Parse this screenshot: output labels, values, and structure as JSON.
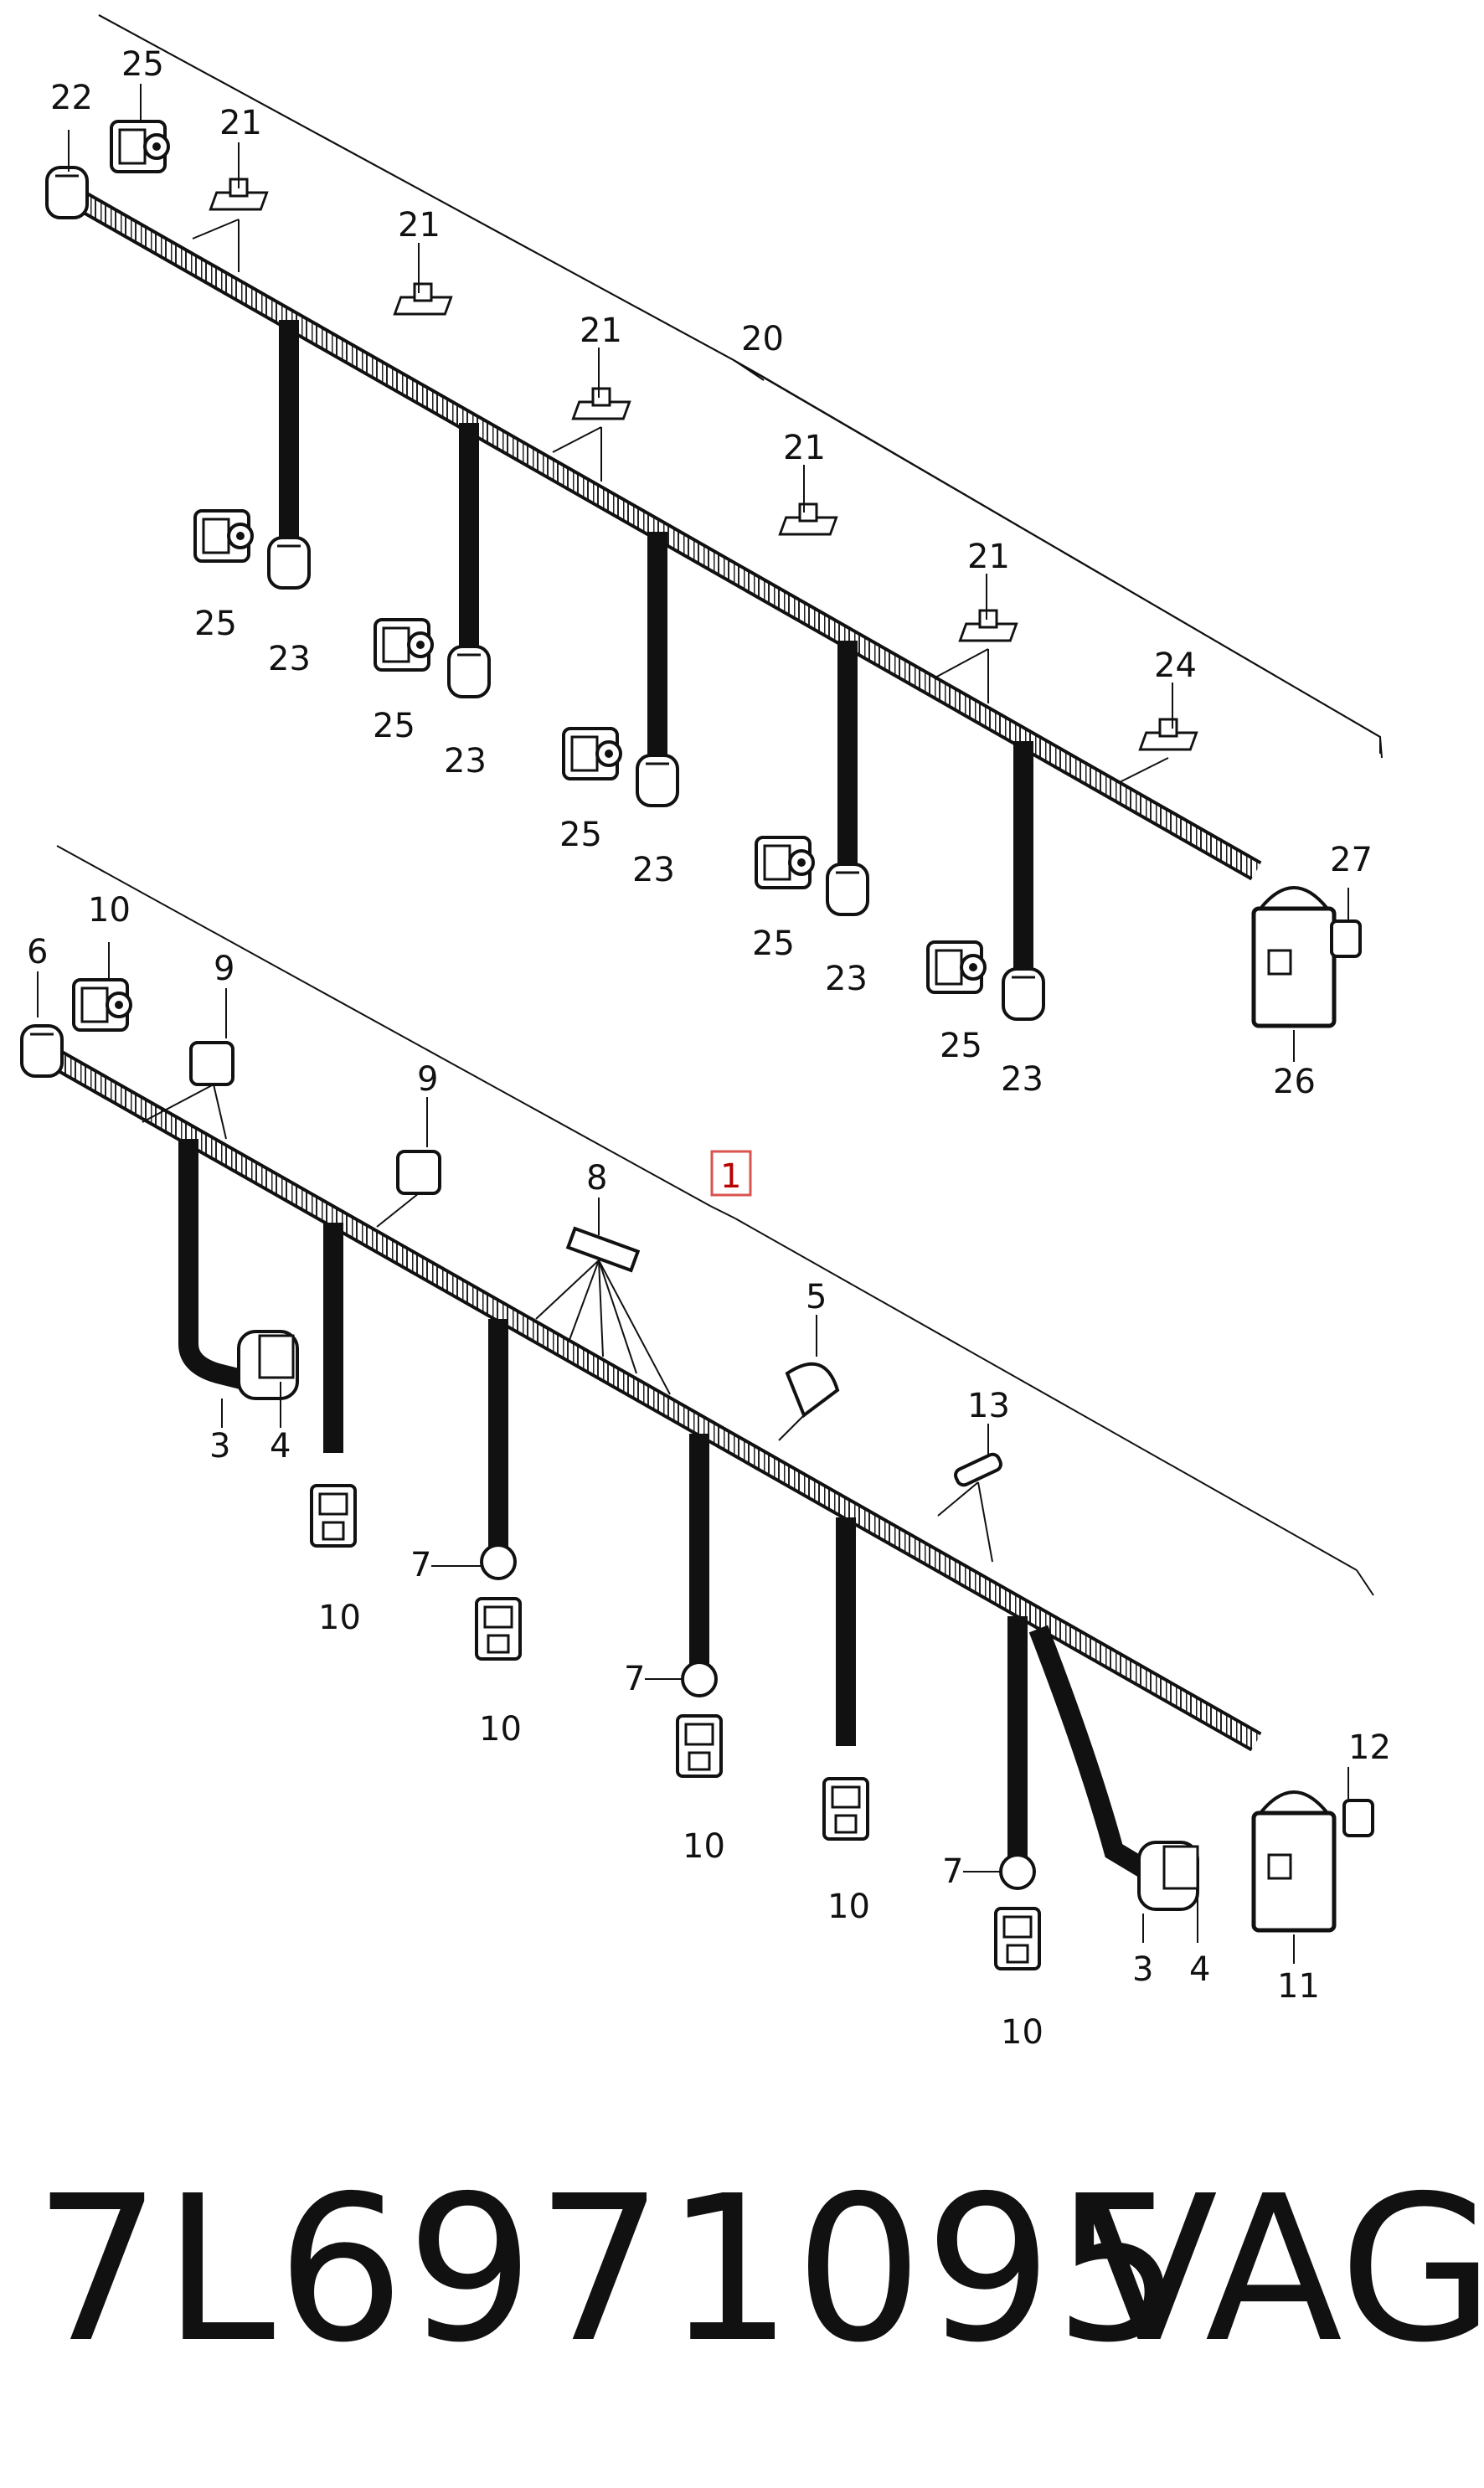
{
  "diagram": {
    "callouts": {
      "c1": "1",
      "c3": "3",
      "c4": "4",
      "c5": "5",
      "c6": "6",
      "c7": "7",
      "c8": "8",
      "c9": "9",
      "c10": "10",
      "c11": "11",
      "c12": "12",
      "c13": "13",
      "c20": "20",
      "c21": "21",
      "c22": "22",
      "c23": "23",
      "c24": "24",
      "c25": "25",
      "c26": "26",
      "c27": "27"
    },
    "highlight_color": "#d9534f"
  },
  "footer": {
    "part_number": "7L6971095",
    "brand": "VAG"
  }
}
